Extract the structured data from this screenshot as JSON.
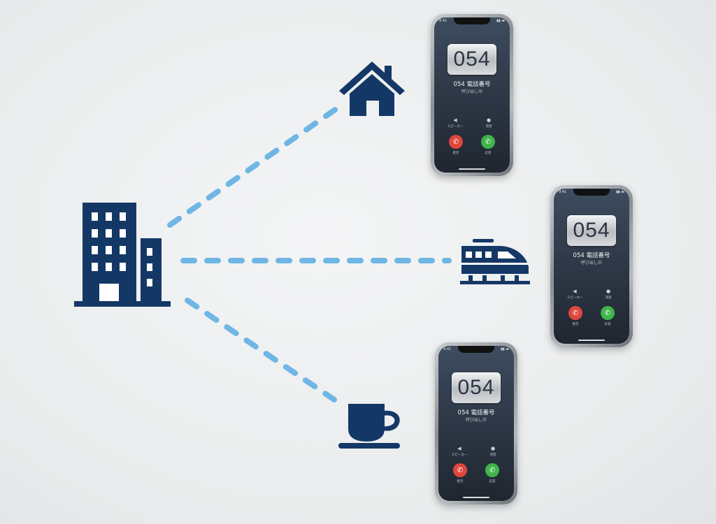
{
  "colors": {
    "icon": "#143866",
    "line": "#6fb6e5"
  },
  "icons": {
    "hub": "office-building-icon",
    "home": "house-icon",
    "train": "train-icon",
    "cafe": "coffee-cup-icon"
  },
  "phones": [
    {
      "time": "9:41",
      "number": "054",
      "caller": "054 電話番号",
      "status": "呼び出し中",
      "speaker": "スピーカー",
      "mute": "消音",
      "decline": "拒否",
      "accept": "応答"
    },
    {
      "time": "9:41",
      "number": "054",
      "caller": "054 電話番号",
      "status": "呼び出し中",
      "speaker": "スピーカー",
      "mute": "消音",
      "decline": "拒否",
      "accept": "応答"
    },
    {
      "time": "9:41",
      "number": "054",
      "caller": "054 電話番号",
      "status": "呼び出し中",
      "speaker": "スピーカー",
      "mute": "消音",
      "decline": "拒否",
      "accept": "応答"
    }
  ]
}
